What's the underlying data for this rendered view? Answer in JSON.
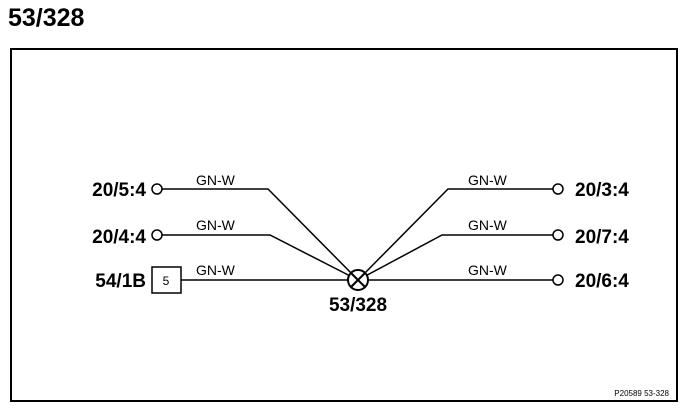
{
  "title": "53/328",
  "splice": {
    "label": "53/328"
  },
  "left_connections": [
    {
      "terminal": "20/5:4",
      "wire": "GN-W"
    },
    {
      "terminal": "20/4:4",
      "wire": "GN-W"
    },
    {
      "terminal": "54/1B",
      "wire": "GN-W",
      "box_label": "5"
    }
  ],
  "right_connections": [
    {
      "terminal": "20/3:4",
      "wire": "GN-W"
    },
    {
      "terminal": "20/7:4",
      "wire": "GN-W"
    },
    {
      "terminal": "20/6:4",
      "wire": "GN-W"
    }
  ],
  "footer_code": "P20589 53-328"
}
